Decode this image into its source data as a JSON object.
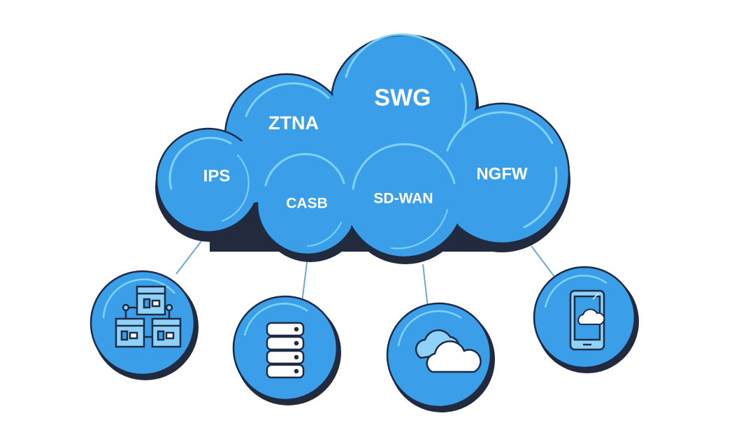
{
  "cloud": {
    "services": {
      "swg": "SWG",
      "ztna": "ZTNA",
      "ips": "IPS",
      "casb": "CASB",
      "sdwan": "SD-WAN",
      "ngfw": "NGFW"
    }
  },
  "endpoints": [
    {
      "icon": "branch-offices-icon"
    },
    {
      "icon": "database-icon"
    },
    {
      "icon": "cloud-icon"
    },
    {
      "icon": "mobile-device-icon"
    }
  ],
  "colors": {
    "cloud_fill": "#3b9ee8",
    "cloud_shadow": "#222b3d",
    "ring_stroke": "#7fd3f5",
    "outline": "#1f2a44",
    "icon_fill": "#8ed2f7",
    "connector": "#6fa8cc",
    "label": "#ffffff"
  }
}
